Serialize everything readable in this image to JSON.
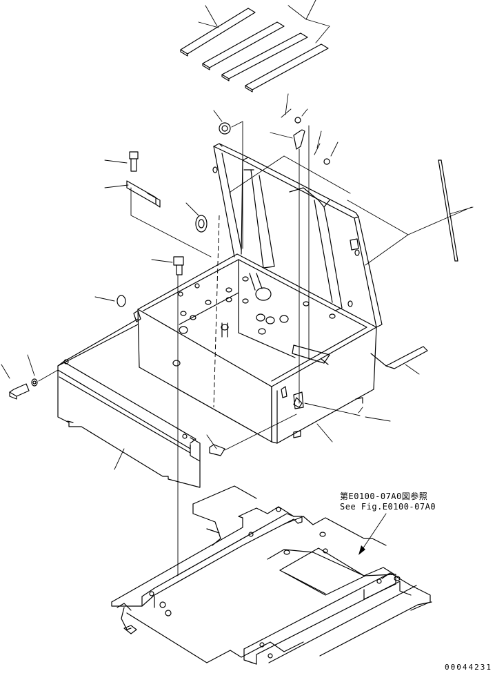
{
  "reference_note": {
    "japanese": "第E0100-07A0図参照",
    "english": "See Fig.E0100-07A0"
  },
  "drawing_number": "00044231"
}
